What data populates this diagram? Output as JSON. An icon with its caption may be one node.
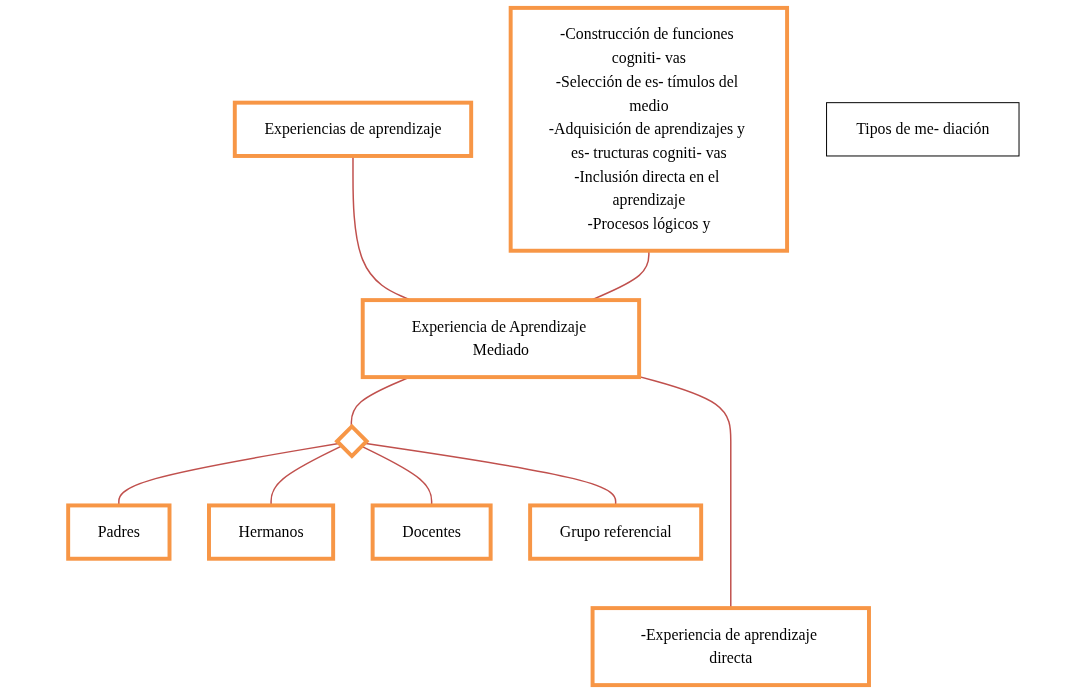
{
  "diagram": {
    "nodes": [
      {
        "text": [
          "-Construcción de funciones cogniti- vas",
          "-Selección de es- tímulos del medio",
          "-Adquisición de aprendizajes y es- tructuras cogniti- vas",
          "-Inclusión directa en el aprendizaje",
          "-Procesos lógicos y"
        ]
      },
      {
        "text": [
          "Experiencias de aprendizaje"
        ]
      },
      {
        "text": [
          "Experiencia de Aprendizaje Mediado"
        ]
      },
      {
        "text": [
          "-Experiencia de aprendizaje directa"
        ]
      },
      {
        "text": [],
        "shape": "diamond"
      },
      {
        "text": [
          "Tipos de me- diación"
        ]
      },
      {
        "text": [
          "Padres"
        ]
      },
      {
        "text": [
          "Hermanos"
        ]
      },
      {
        "text": [
          "Docentes"
        ]
      },
      {
        "text": [
          "Grupo referencial"
        ]
      }
    ],
    "edges": [
      {
        "from": 1,
        "to": 2,
        "arrow": "none"
      },
      {
        "from": 0,
        "to": 2,
        "arrow": "none"
      },
      {
        "from": 2,
        "to": 3,
        "arrow": "none"
      },
      {
        "from": 2,
        "to": 4,
        "arrow": "none"
      },
      {
        "from": 4,
        "to": 6,
        "arrow": "none"
      },
      {
        "from": 4,
        "to": 7,
        "arrow": "none"
      },
      {
        "from": 4,
        "to": 8,
        "arrow": "none"
      },
      {
        "from": 4,
        "to": 9,
        "arrow": "none"
      }
    ]
  }
}
